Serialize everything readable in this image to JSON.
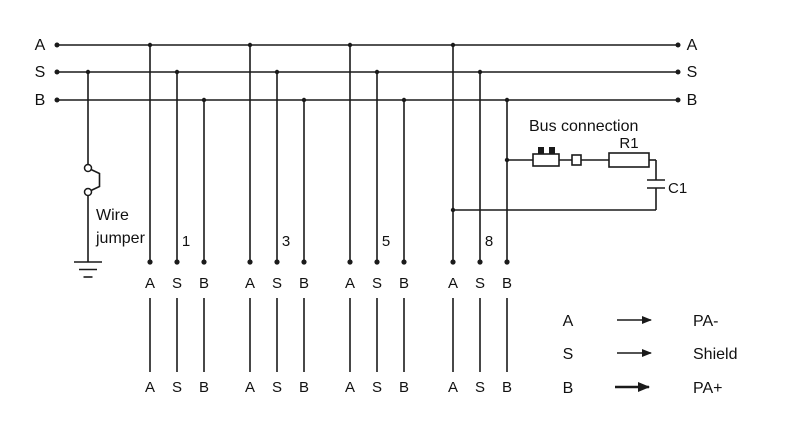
{
  "bus": {
    "left": [
      "A",
      "S",
      "B"
    ],
    "right": [
      "A",
      "S",
      "B"
    ]
  },
  "channels": [
    {
      "number": "1",
      "top": [
        "A",
        "S",
        "B"
      ],
      "bottom": [
        "A",
        "S",
        "B"
      ]
    },
    {
      "number": "3",
      "top": [
        "A",
        "S",
        "B"
      ],
      "bottom": [
        "A",
        "S",
        "B"
      ]
    },
    {
      "number": "5",
      "top": [
        "A",
        "S",
        "B"
      ],
      "bottom": [
        "A",
        "S",
        "B"
      ]
    },
    {
      "number": "8",
      "top": [
        "A",
        "S",
        "B"
      ],
      "bottom": [
        "A",
        "S",
        "B"
      ]
    }
  ],
  "wire_jumper": {
    "line1": "Wire",
    "line2": "jumper"
  },
  "termination": {
    "bus_connection": "Bus connection",
    "resistor": "R1",
    "capacitor": "C1"
  },
  "legend": {
    "rows": [
      {
        "signal": "A",
        "meaning": "PA-"
      },
      {
        "signal": "S",
        "meaning": "Shield"
      },
      {
        "signal": "B",
        "meaning": "PA+"
      }
    ]
  },
  "colors": {
    "line": "#1a1a1a",
    "background": "#ffffff"
  }
}
